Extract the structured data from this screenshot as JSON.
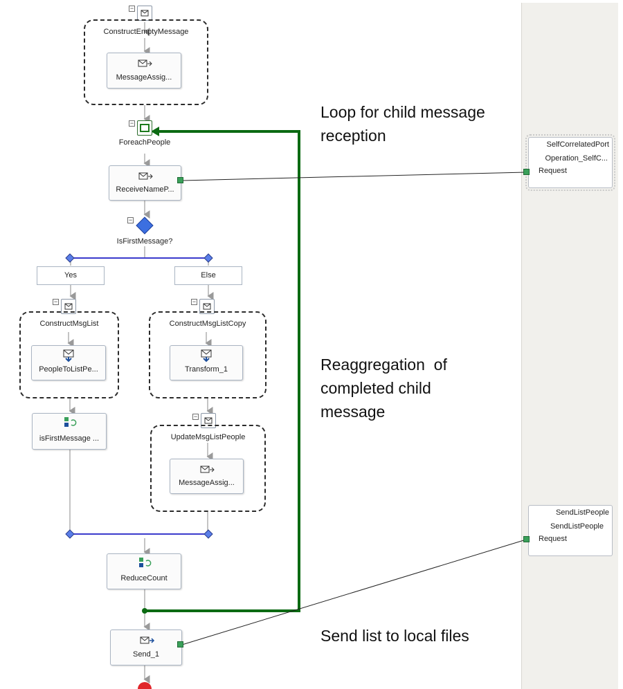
{
  "shapes": {
    "construct_empty_message": "ConstructEmptyMessage",
    "message_assign_1": "MessageAssig...",
    "foreach_people": "ForeachPeople",
    "receive_name": "ReceiveNameP...",
    "is_first_message": "IsFirstMessage?",
    "branch_yes": "Yes",
    "branch_else": "Else",
    "construct_msg_list": "ConstructMsgList",
    "people_to_list": "PeopleToListPe...",
    "is_first_message_expr": "isFirstMessage ...",
    "construct_msg_list_copy": "ConstructMsgListCopy",
    "transform_1": "Transform_1",
    "update_msg_list_people": "UpdateMsgListPeople",
    "message_assign_2": "MessageAssig...",
    "reduce_count": "ReduceCount",
    "send_1": "Send_1"
  },
  "ports": {
    "self_correlated": {
      "name": "SelfCorrelatedPort",
      "operation": "Operation_SelfC...",
      "message": "Request"
    },
    "send_list_people": {
      "name": "SendListPeople",
      "operation": "SendListPeople",
      "message": "Request"
    }
  },
  "annotations": {
    "loop": "Loop for child message\nreception",
    "reaggregation": "Reaggregation  of\ncompleted child\nmessage",
    "send": "Send list to local files"
  },
  "colors": {
    "loop_line": "#0b6a12",
    "branch_bar": "#3a3acc",
    "port_marker": "#3aa05a",
    "terminate": "#e0262a",
    "decision": "#3c6fe0"
  }
}
